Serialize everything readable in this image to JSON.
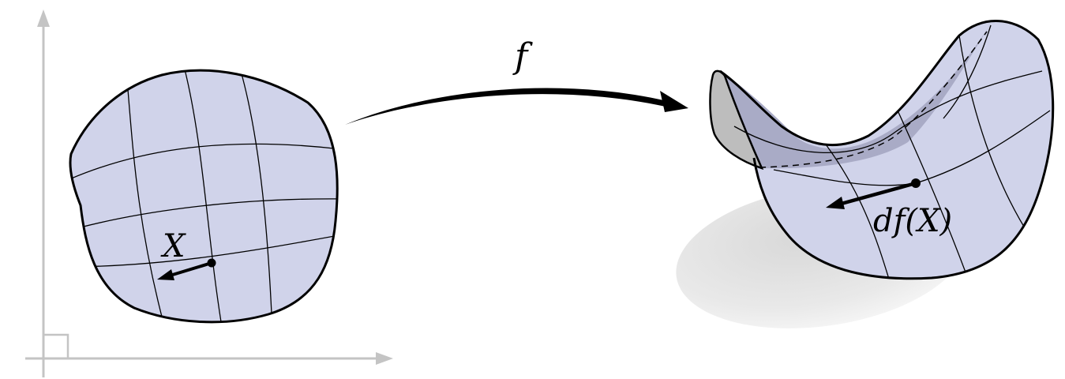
{
  "labels": {
    "map": "f",
    "vector": "X",
    "pushforward": "df(X)"
  },
  "colors": {
    "surface_fill": "#d0d3ea",
    "surface_dark": "#a9abc6",
    "surface_side": "#bdbdbd",
    "outline": "#000000",
    "axes": "#c4c4c4",
    "shadow": "#e4e4e4"
  }
}
